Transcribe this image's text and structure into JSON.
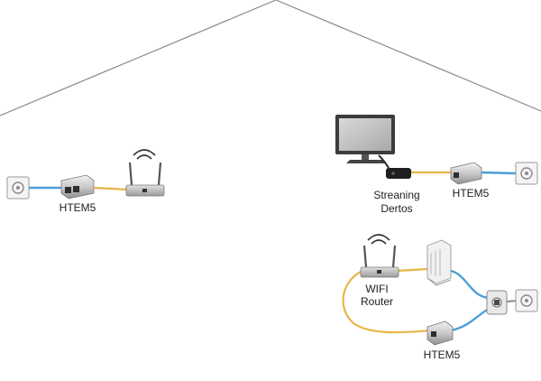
{
  "labels": {
    "left_adapter": "HTEM5",
    "streaming_device_line1": "Streaning",
    "streaming_device_line2": "Dertos",
    "right_adapter": "HTEM5",
    "router_line1": "WIFI",
    "router_line2": "Router",
    "bottom_adapter": "HTEM5"
  },
  "colors": {
    "ethernet_cable": "#4a9fd6",
    "coax_cable": "#e8b547",
    "house_outline": "#8a8a8a",
    "device_body": "#9a9a9a"
  },
  "icons": [
    "wall-outlet-icon",
    "powerline-adapter-icon",
    "wifi-router-icon",
    "monitor-icon",
    "streaming-box-icon",
    "network-switch-icon",
    "splitter-icon"
  ]
}
